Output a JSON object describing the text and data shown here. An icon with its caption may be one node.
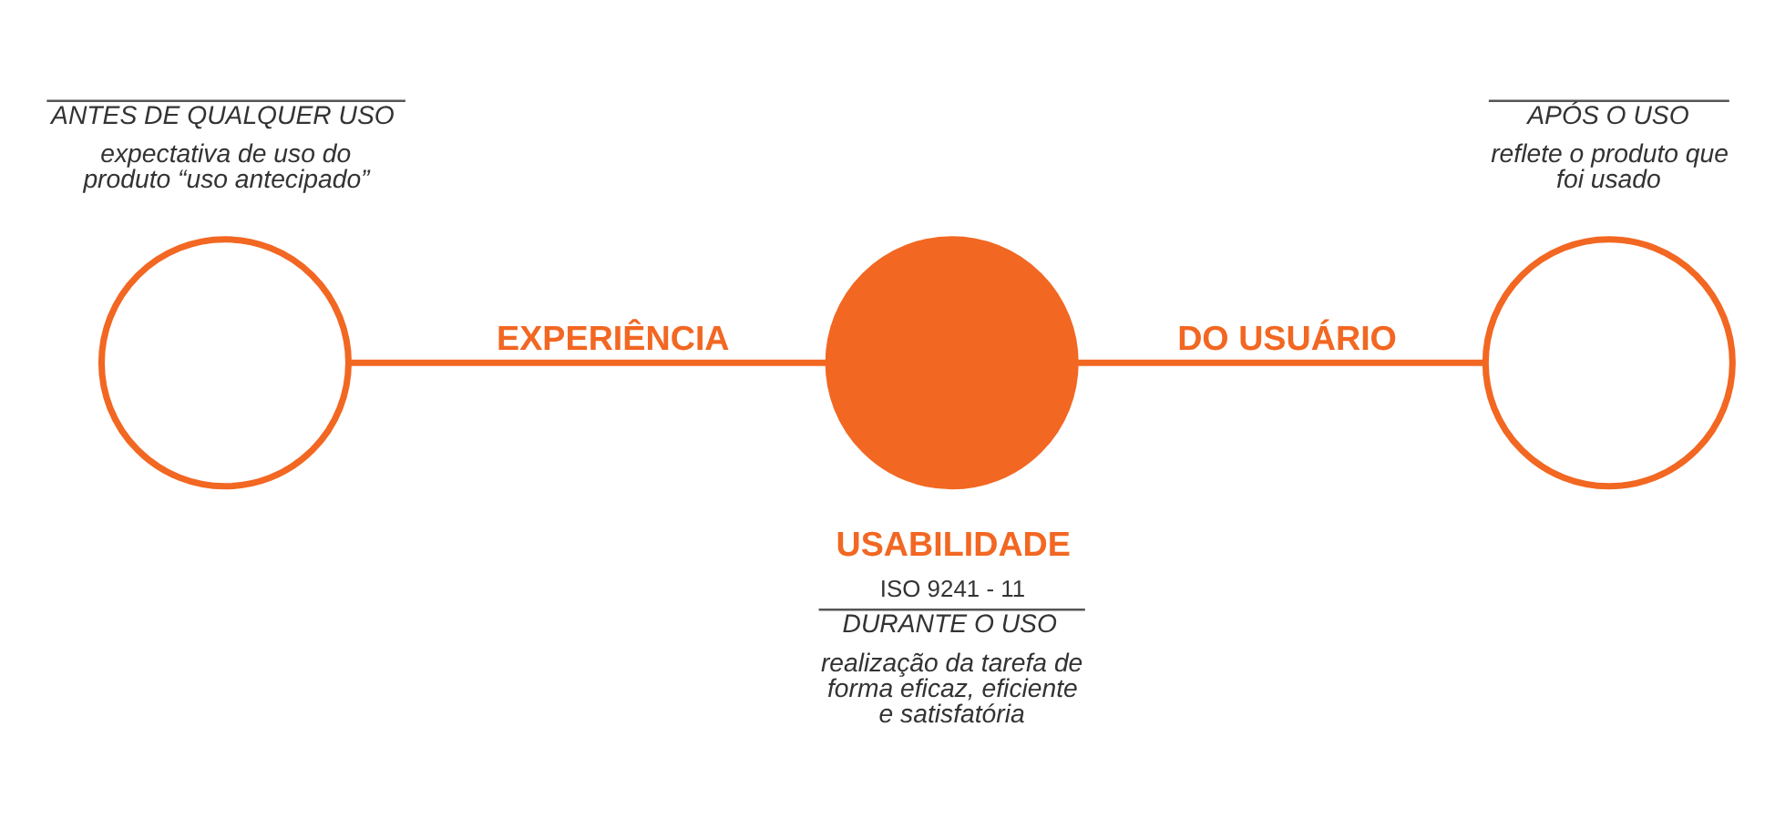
{
  "diagram": {
    "nodes": [
      {
        "text": [],
        "shape": "circle",
        "beside": [
          "ANTES DE QUALQUER USO",
          "expectativa de uso do produto “uso antecipado”"
        ]
      },
      {
        "text": [],
        "shape": "circle",
        "beside": [
          "USABILIDADE",
          "ISO 9241 - 11",
          "DURANTE O USO",
          "realização da tarefa de forma eficaz, eficiente e satisfatória"
        ]
      },
      {
        "text": [],
        "shape": "circle",
        "beside": [
          "APÓS O USO",
          "reflete o produto que foi usado"
        ]
      }
    ],
    "edges": [
      {
        "from": 0,
        "to": 1,
        "arrow": "none",
        "label": "EXPERIÊNCIA"
      },
      {
        "from": 1,
        "to": 2,
        "arrow": "none",
        "label": "DO USUÁRIO"
      }
    ]
  }
}
